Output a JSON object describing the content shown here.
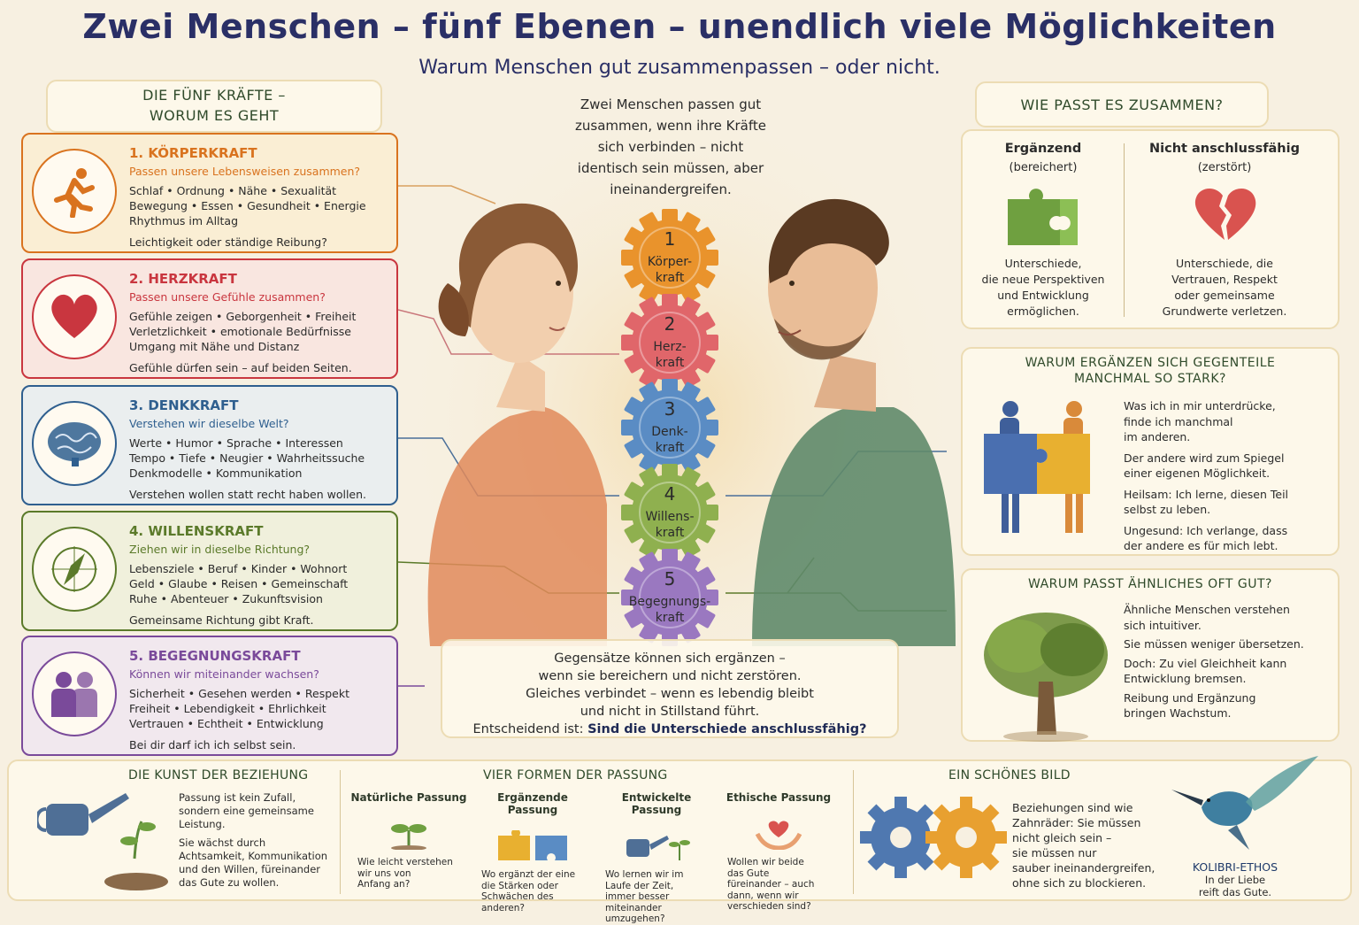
{
  "title": "Zwei Menschen – fünf Ebenen – unendlich viele Möglichkeiten",
  "subtitle": "Warum Menschen gut zusammenpassen – oder nicht.",
  "left_header": [
    "DIE FÜNF KRÄFTE –",
    "WORUM ES GEHT"
  ],
  "kraefte": [
    {
      "title": "1. KÖRPERKRAFT",
      "question": "Passen unsere Lebensweisen zusammen?",
      "lines": [
        "Schlaf • Ordnung • Nähe • Sexualität",
        "Bewegung • Essen • Gesundheit • Energie",
        "Rhythmus im Alltag"
      ],
      "end": "Leichtigkeit oder ständige Reibung?",
      "color": "#d9731f",
      "icon": "running-person-icon"
    },
    {
      "title": "2. HERZKRAFT",
      "question": "Passen unsere Gefühle zusammen?",
      "lines": [
        "Gefühle zeigen • Geborgenheit • Freiheit",
        "Verletzlichkeit • emotionale Bedürfnisse",
        "Umgang mit Nähe und Distanz"
      ],
      "end": "Gefühle dürfen sein – auf beiden Seiten.",
      "color": "#c9363f",
      "icon": "heart-icon"
    },
    {
      "title": "3. DENKKRAFT",
      "question": "Verstehen wir dieselbe Welt?",
      "lines": [
        "Werte • Humor • Sprache • Interessen",
        "Tempo • Tiefe • Neugier • Wahrheitssuche",
        "Denkmodelle • Kommunikation"
      ],
      "end": "Verstehen wollen statt recht haben wollen.",
      "color": "#2f5f8f",
      "icon": "brain-icon"
    },
    {
      "title": "4. WILLENSKRAFT",
      "question": "Ziehen wir in dieselbe Richtung?",
      "lines": [
        "Lebensziele • Beruf • Kinder • Wohnort",
        "Geld • Glaube • Reisen • Gemeinschaft",
        "Ruhe • Abenteuer • Zukunftsvision"
      ],
      "end": "Gemeinsame Richtung gibt Kraft.",
      "color": "#5b7a2a",
      "icon": "compass-icon"
    },
    {
      "title": "5. BEGEGNUNGSKRAFT",
      "question": "Können wir miteinander wachsen?",
      "lines": [
        "Sicherheit • Gesehen werden • Respekt",
        "Freiheit • Lebendigkeit • Ehrlichkeit",
        "Vertrauen • Echtheit • Entwicklung"
      ],
      "end": "Bei dir darf ich ich selbst sein.",
      "color": "#7a4a9a",
      "icon": "two-persons-icon"
    }
  ],
  "center_intro": [
    "Zwei Menschen passen gut",
    "zusammen, wenn ihre Kräfte",
    "sich verbinden – nicht",
    "identisch sein müssen, aber",
    "ineinandergreifen."
  ],
  "gears": [
    {
      "num": "1",
      "l1": "Körper-",
      "l2": "kraft",
      "color": "#e9932c"
    },
    {
      "num": "2",
      "l1": "Herz-",
      "l2": "kraft",
      "color": "#e0666a"
    },
    {
      "num": "3",
      "l1": "Denk-",
      "l2": "kraft",
      "color": "#5a8cc4"
    },
    {
      "num": "4",
      "l1": "Willens-",
      "l2": "kraft",
      "color": "#8fb04f"
    },
    {
      "num": "5",
      "l1": "Begegnungs-",
      "l2": "kraft",
      "color": "#9a78c0"
    }
  ],
  "center_bottom": [
    "Gegensätze können sich ergänzen –",
    "wenn sie bereichern und nicht zerstören.",
    "Gleiches verbindet – wenn es lebendig bleibt",
    "und nicht in Stillstand führt."
  ],
  "center_bottom_last_prefix": "Entscheidend ist: ",
  "center_bottom_last_bold": "Sind die Unterschiede anschlussfähig?",
  "right_top": {
    "header": "WIE PASST ES ZUSAMMEN?",
    "col1": {
      "title": "Ergänzend",
      "sub": "(bereichert)",
      "lines": [
        "Unterschiede,",
        "die neue Perspektiven",
        "und Entwicklung",
        "ermöglichen."
      ]
    },
    "col2": {
      "title": "Nicht anschlussfähig",
      "sub": "(zerstört)",
      "lines": [
        "Unterschiede, die",
        "Vertrauen, Respekt",
        "oder gemeinsame",
        "Grundwerte verletzen."
      ]
    }
  },
  "right_mid": {
    "header": [
      "WARUM ERGÄNZEN SICH GEGENTEILE",
      "MANCHMAL SO STARK?"
    ],
    "lines": [
      "Was ich in mir unterdrücke,",
      "finde ich manchmal",
      "im anderen.",
      "",
      "Der andere wird zum Spiegel",
      "einer eigenen Möglichkeit.",
      "",
      "Heilsam: Ich lerne, diesen Teil",
      "selbst zu leben.",
      "",
      "Ungesund: Ich verlange, dass",
      "der andere es für mich lebt."
    ]
  },
  "right_low": {
    "header": "WARUM PASST ÄHNLICHES OFT GUT?",
    "lines": [
      "Ähnliche Menschen verstehen",
      "sich intuitiver.",
      "",
      "Sie müssen weniger übersetzen.",
      "",
      "Doch: Zu viel Gleichheit kann",
      "Entwicklung bremsen.",
      "",
      "Reibung und Ergänzung",
      "bringen Wachstum."
    ]
  },
  "bottom_left": {
    "header": "DIE KUNST DER BEZIEHUNG",
    "lines": [
      "Passung ist kein Zufall,",
      "sondern eine gemeinsame",
      "Leistung.",
      "",
      "Sie wächst durch",
      "Achtsamkeit, Kommunikation",
      "und den Willen, füreinander",
      "das Gute zu wollen."
    ]
  },
  "bottom_mid": {
    "header": "VIER FORMEN DER PASSUNG",
    "forms": [
      {
        "title": "Natürliche Passung",
        "lines": [
          "Wie leicht verstehen",
          "wir uns von",
          "Anfang an?"
        ]
      },
      {
        "title": "Ergänzende Passung",
        "lines": [
          "Wo ergänzt der eine",
          "die Stärken oder",
          "Schwächen des",
          "anderen?"
        ]
      },
      {
        "title": "Entwickelte Passung",
        "lines": [
          "Wo lernen wir im",
          "Laufe der Zeit,",
          "immer besser",
          "miteinander",
          "umzugehen?"
        ]
      },
      {
        "title": "Ethische Passung",
        "lines": [
          "Wollen wir beide",
          "das Gute",
          "füreinander – auch",
          "dann, wenn wir",
          "verschieden sind?"
        ]
      }
    ]
  },
  "bottom_right": {
    "header": "EIN SCHÖNES BILD",
    "lines": [
      "Beziehungen sind wie",
      "Zahnräder: Sie müssen",
      "nicht gleich sein –",
      "sie müssen nur",
      "sauber ineinandergreifen,",
      "ohne sich zu blockieren."
    ],
    "bird_title": "KOLIBRI-ETHOS",
    "bird_lines": [
      "In der Liebe",
      "reift das Gute."
    ]
  }
}
